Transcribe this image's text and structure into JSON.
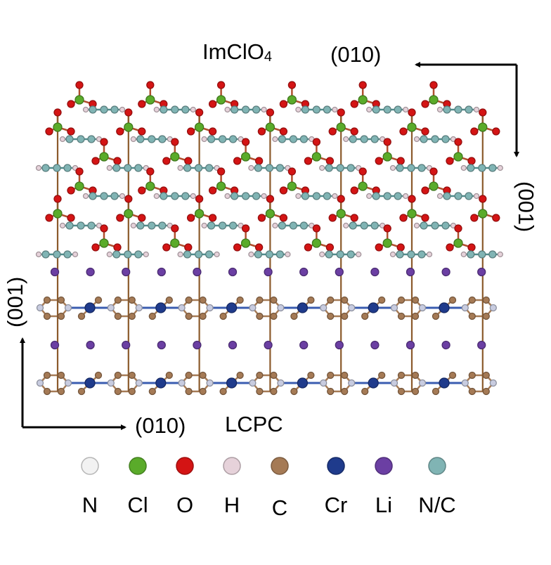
{
  "top_label": {
    "text": "ImClO",
    "subscript": "4"
  },
  "top_axis": {
    "horizontal": "(010)",
    "vertical": "(001)"
  },
  "bottom_label": "LCPC",
  "bottom_axis": {
    "horizontal": "(010)",
    "vertical": "(001)"
  },
  "legend": [
    {
      "label": "N",
      "color": "#f2f2f2"
    },
    {
      "label": "Cl",
      "color": "#5aab2a"
    },
    {
      "label": "O",
      "color": "#d41414"
    },
    {
      "label": "H",
      "color": "#e6d2da"
    },
    {
      "label": "C",
      "color": "#a57a55"
    },
    {
      "label": "Cr",
      "color": "#1f3b8c"
    },
    {
      "label": "Li",
      "color": "#6b3fa3"
    },
    {
      "label": "N/C",
      "color": "#80b4b4"
    }
  ],
  "colors": {
    "cell_line": "#8b5a2b",
    "chain_atom": "#4e8c8c",
    "ring_n": "#c8cce0",
    "cr_bond": "#3a5cb0"
  }
}
